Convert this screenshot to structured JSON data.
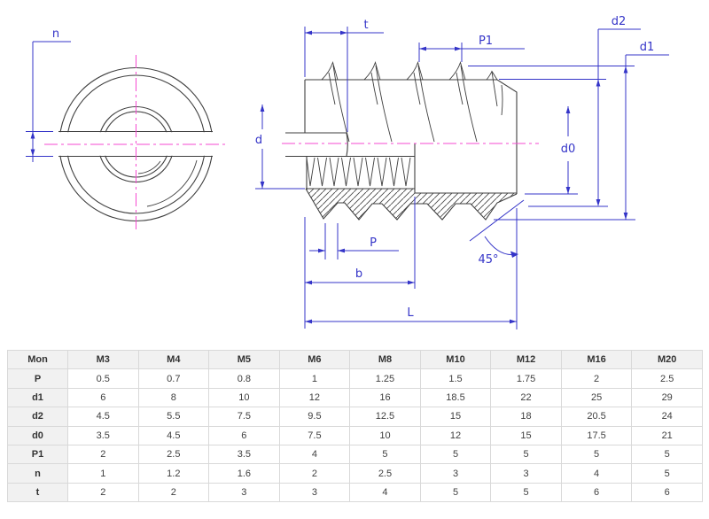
{
  "drawing": {
    "dim_labels": {
      "n": "n",
      "t": "t",
      "p1": "P1",
      "d2": "d2",
      "d1": "d1",
      "d": "d",
      "d0": "d0",
      "p": "P",
      "b": "b",
      "l": "L",
      "angle": "45°"
    },
    "colors": {
      "dimension_blue": "#3434c8",
      "centerline_magenta": "#f649d2",
      "outline_dark": "#3f3f3f"
    }
  },
  "table": {
    "header": [
      "Mon",
      "M3",
      "M4",
      "M5",
      "M6",
      "M8",
      "M10",
      "M12",
      "M16",
      "M20"
    ],
    "rows": [
      {
        "label": "P",
        "values": [
          "0.5",
          "0.7",
          "0.8",
          "1",
          "1.25",
          "1.5",
          "1.75",
          "2",
          "2.5"
        ]
      },
      {
        "label": "d1",
        "values": [
          "6",
          "8",
          "10",
          "12",
          "16",
          "18.5",
          "22",
          "25",
          "29"
        ]
      },
      {
        "label": "d2",
        "values": [
          "4.5",
          "5.5",
          "7.5",
          "9.5",
          "12.5",
          "15",
          "18",
          "20.5",
          "24"
        ]
      },
      {
        "label": "d0",
        "values": [
          "3.5",
          "4.5",
          "6",
          "7.5",
          "10",
          "12",
          "15",
          "17.5",
          "21"
        ]
      },
      {
        "label": "P1",
        "values": [
          "2",
          "2.5",
          "3.5",
          "4",
          "5",
          "5",
          "5",
          "5",
          "5"
        ]
      },
      {
        "label": "n",
        "values": [
          "1",
          "1.2",
          "1.6",
          "2",
          "2.5",
          "3",
          "3",
          "4",
          "5"
        ]
      },
      {
        "label": "t",
        "values": [
          "2",
          "2",
          "3",
          "3",
          "4",
          "5",
          "5",
          "6",
          "6"
        ]
      }
    ]
  }
}
